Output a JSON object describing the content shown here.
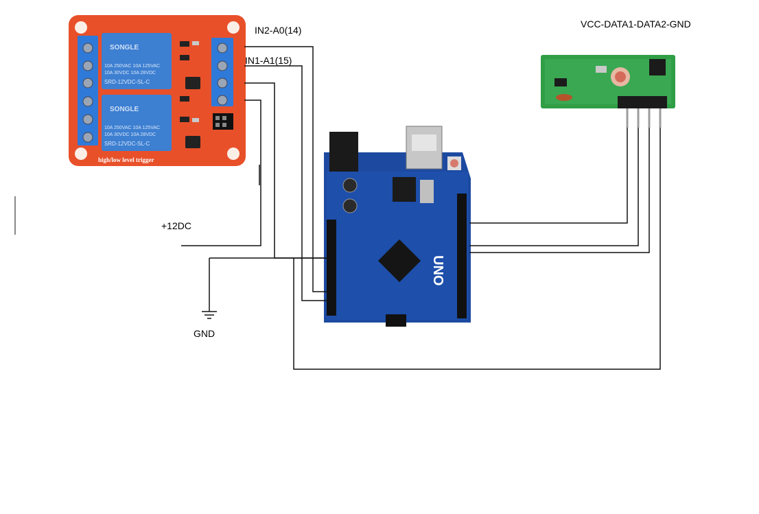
{
  "labels": {
    "in2": "IN2-A0(14)",
    "in1": "IN1-A1(15)",
    "vcc_data_gnd": "VCC-DATA1-DATA2-GND",
    "plus12dc": "+12DC",
    "gnd": "GND"
  },
  "relay_module": {
    "brand": "SONGLE",
    "relay_model": "SRD-12VDC-SL-C",
    "rating_line1": "10A 250VAC  10A 125VAC",
    "rating_line2": "10A 30VDC  10A 28VDC",
    "trigger_text": "high/low level trigger",
    "board_color": "#e8502a",
    "relay_color": "#3d7fd1",
    "terminal_color": "#2f7ad8"
  },
  "arduino": {
    "board_label": "UNO",
    "board_color": "#1d4aa0"
  },
  "rf_receiver": {
    "board_color": "#2f9e45"
  },
  "colors": {
    "wire": "#111111"
  }
}
